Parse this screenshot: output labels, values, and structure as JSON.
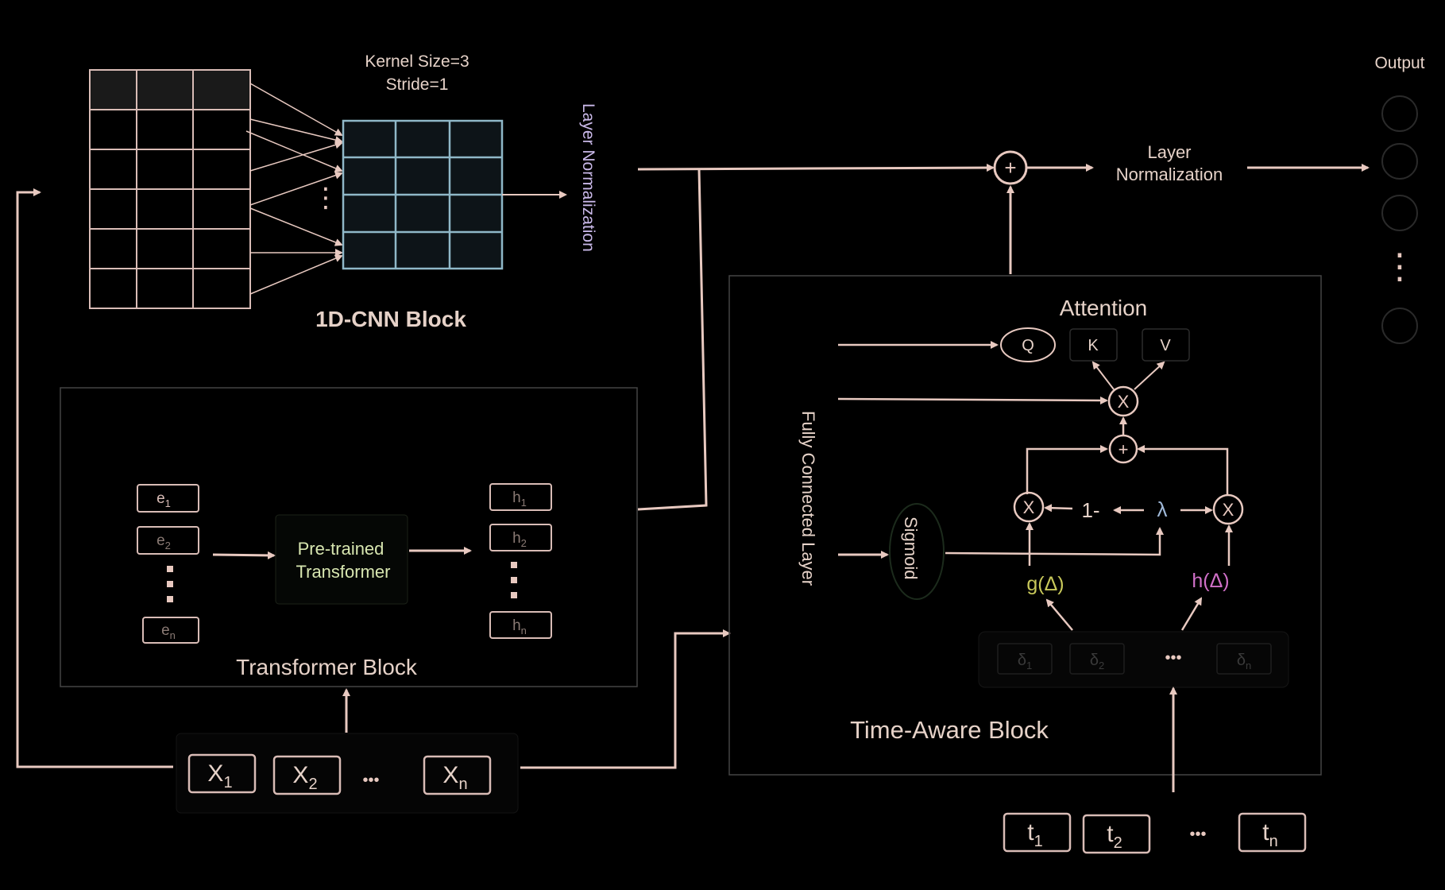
{
  "colors": {
    "background": "#000000",
    "line": "#e8c9c0",
    "box_border": "#d9bcb6",
    "cnn_output_border": "#8fb8c8",
    "label": "#e6d2c8",
    "transformer_text": "#d8e6b0",
    "layer_norm_vertical": "#c9b8e8",
    "g_delta": "#c8c85a",
    "h_delta": "#d070c8",
    "lambda": "#9fb8d8",
    "dim": "#555555"
  },
  "cnn": {
    "kernel_line1": "Kernel Size=3",
    "kernel_line2": "Stride=1",
    "title": "1D-CNN Block",
    "layer_norm": "Layer Normalization"
  },
  "output": {
    "label": "Output",
    "dots": "⋮"
  },
  "layer_norm_right": {
    "line1": "Layer",
    "line2": "Normalization"
  },
  "transformer": {
    "title": "Transformer Block",
    "center_line1": "Pre-trained",
    "center_line2": "Transformer",
    "e1": "e",
    "e1_sub": "1",
    "e2": "e",
    "e2_sub": "2",
    "en": "e",
    "en_sub": "n",
    "h1": "h",
    "h1_sub": "1",
    "h2": "h",
    "h2_sub": "2",
    "hn": "h",
    "hn_sub": "n"
  },
  "inputs": {
    "x1": "X",
    "x1_sub": "1",
    "x2": "X",
    "x2_sub": "2",
    "xn": "X",
    "xn_sub": "n",
    "ellipsis": "•••"
  },
  "time_aware": {
    "title": "Time-Aware Block",
    "attention": "Attention",
    "q": "Q",
    "k": "K",
    "v": "V",
    "fc_layer": "Fully Connected Layer",
    "sigmoid": "Sigmoid",
    "one_minus": "1-",
    "lambda": "λ",
    "g_delta": "g(Δ)",
    "h_delta": "h(Δ)",
    "mult": "X",
    "plus": "+",
    "d1": "δ",
    "d1_sub": "1",
    "d2": "δ",
    "d2_sub": "2",
    "dn": "δ",
    "dn_sub": "n",
    "ellipsis": "•••"
  },
  "times": {
    "t1": "t",
    "t1_sub": "1",
    "t2": "t",
    "t2_sub": "2",
    "tn": "t",
    "tn_sub": "n",
    "ellipsis": "•••"
  }
}
